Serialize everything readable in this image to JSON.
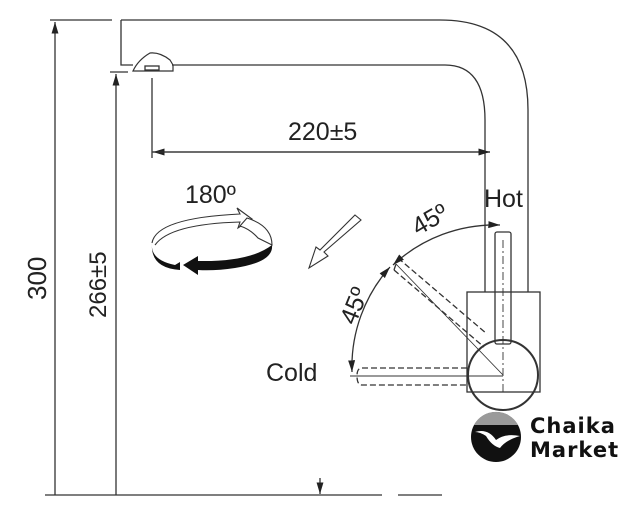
{
  "dimensions": {
    "total_height": "300",
    "spout_height": "266±5",
    "spout_reach": "220±5",
    "swivel_angle": "180º",
    "hot_angle": "45º",
    "cold_angle": "45º"
  },
  "labels": {
    "hot": "Hot",
    "cold": "Cold"
  },
  "logo": {
    "line1": "Chaika",
    "line2": "Market"
  }
}
